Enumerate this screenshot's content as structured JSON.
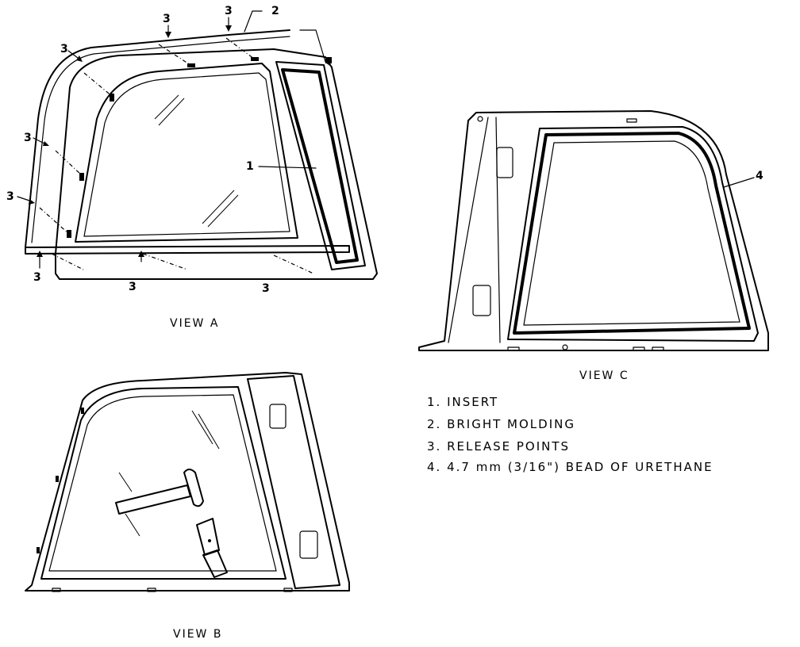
{
  "views": {
    "a": "VIEW A",
    "b": "VIEW B",
    "c": "VIEW C"
  },
  "callouts": {
    "insert": "1",
    "molding": "2",
    "release": "3",
    "urethane": "4"
  },
  "legend": {
    "items": [
      "1. INSERT",
      "2. BRIGHT MOLDING",
      "3. RELEASE POINTS",
      "4. 4.7 mm (3/16\") BEAD OF URETHANE"
    ]
  }
}
